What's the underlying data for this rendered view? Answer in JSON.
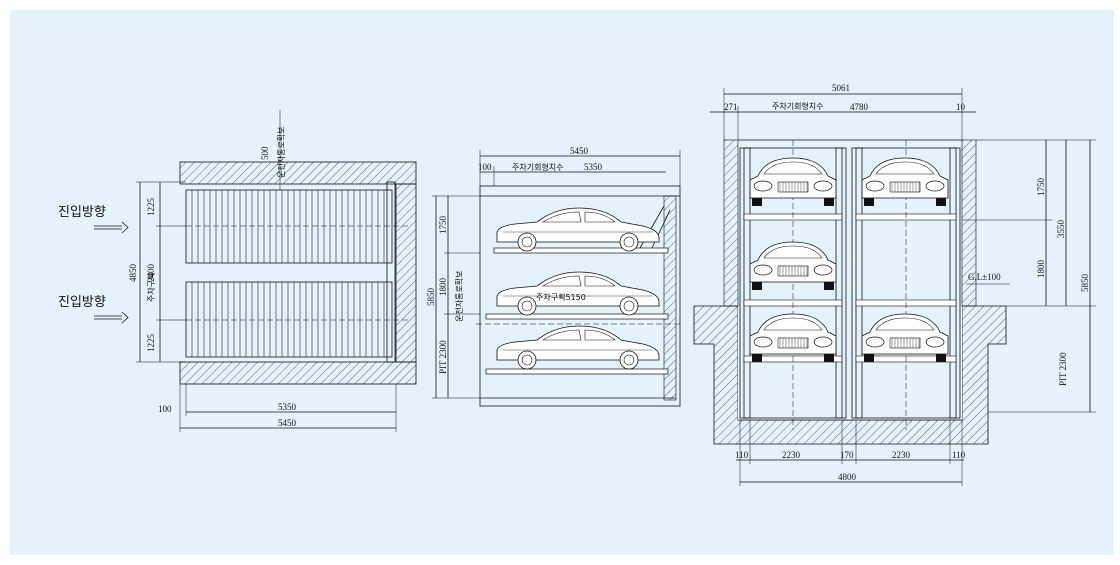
{
  "colors": {
    "background": "#e4f2fb",
    "line": "#111111"
  },
  "plan_view": {
    "entry_label_top": "진입방향",
    "entry_label_bottom": "진입방향",
    "dim_top": "1225",
    "dim_mid": "2400",
    "dim_bottom": "1225",
    "dim_total": "4850",
    "dim_offset": "100",
    "dim_inner_width": "5350",
    "dim_outer_width": "5450",
    "dim_clearance": "500",
    "parking_area_label": "주차구획",
    "safety_label": "운전자통로확보"
  },
  "side_view": {
    "dim_top_overall": "5450",
    "dim_left_offset": "100",
    "dim_mech_label": "주차기회형치수",
    "dim_mech_value": "5350",
    "dim_level1": "1750",
    "dim_level2": "1800",
    "dim_total": "5850",
    "pit_label": "PIT 2300",
    "parking_area_label": "주차구획5150",
    "safety_label": "운전자통로확보"
  },
  "front_view": {
    "dim_overall": "5061",
    "dim_left": "271",
    "dim_mech_label": "주차기회형치수",
    "dim_mech_value": "4780",
    "dim_right": "10",
    "dim_upper": "1750",
    "dim_mid": "1800",
    "dim_above_ground": "3550",
    "dim_total_height": "5850",
    "ground_label": "G.L±100",
    "pit_label": "PIT 2300",
    "bottom_dims": [
      "110",
      "2230",
      "170",
      "2230",
      "110"
    ],
    "dim_bottom_total": "4800"
  }
}
